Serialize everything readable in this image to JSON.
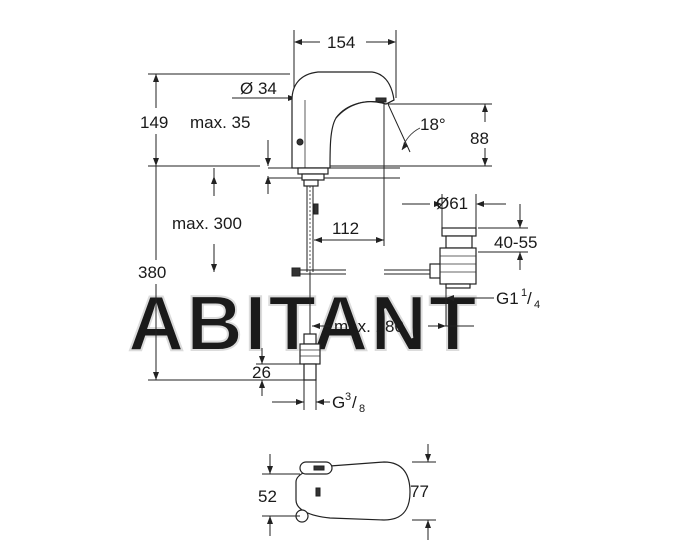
{
  "dimensions": {
    "top_width": "154",
    "body_diameter": "Ø 34",
    "overall_height": "149",
    "deck_max": "max. 35",
    "spout_angle": "18°",
    "spout_height": "88",
    "max_below_deck": "max. 300",
    "projection": "112",
    "total_height": "380",
    "waste_diameter": "Ø61",
    "waste_range": "40-55",
    "waste_thread_base": "G1",
    "waste_thread_num": "1",
    "waste_thread_den": "4",
    "max_reach": "max. 180",
    "connector_height": "26",
    "connector_thread_base": "G",
    "connector_thread_num": "3",
    "connector_thread_den": "8",
    "plan_depth": "77",
    "plan_width": "52"
  },
  "watermark": "ABITANT"
}
